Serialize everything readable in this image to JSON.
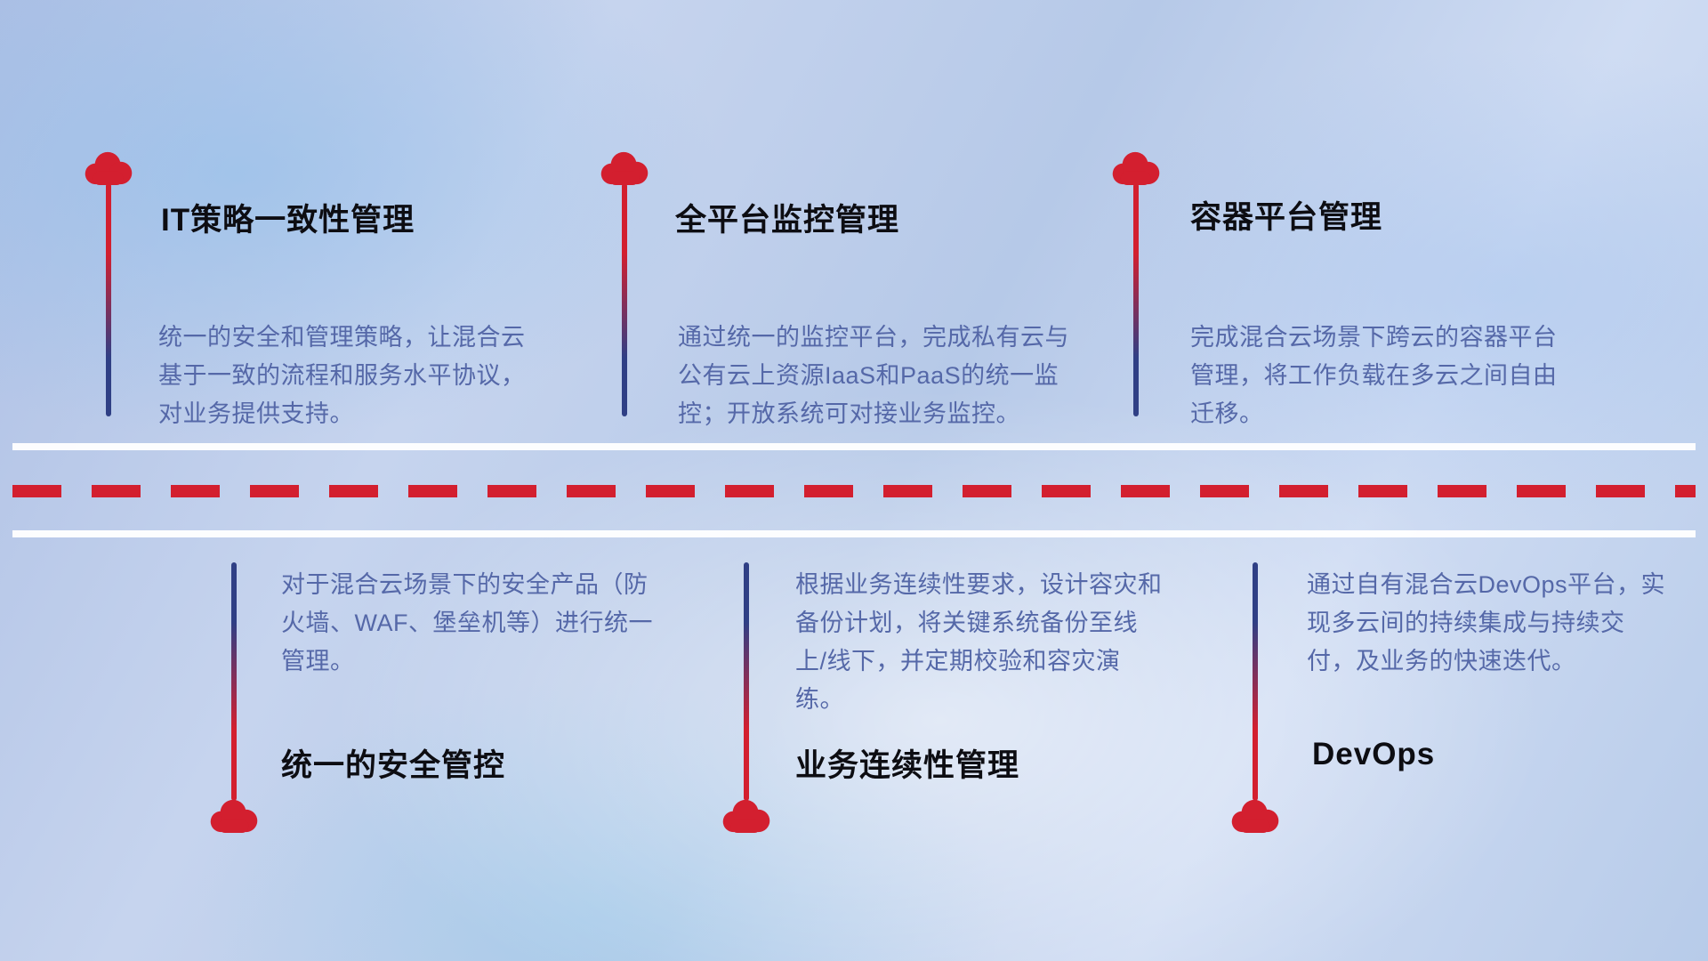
{
  "top_items": [
    {
      "title": "IT策略一致性管理",
      "desc": "统一的安全和管理策略，让混合云基于一致的流程和服务水平协议，对业务提供支持。"
    },
    {
      "title": "全平台监控管理",
      "desc": "通过统一的监控平台，完成私有云与公有云上资源IaaS和PaaS的统一监控；开放系统可对接业务监控。"
    },
    {
      "title": "容器平台管理",
      "desc": "完成混合云场景下跨云的容器平台管理，将工作负载在多云之间自由迁移。"
    }
  ],
  "bottom_items": [
    {
      "title": "统一的安全管控",
      "desc": "对于混合云场景下的安全产品（防火墙、WAF、堡垒机等）进行统一管理。"
    },
    {
      "title": "业务连续性管理",
      "desc": "根据业务连续性要求，设计容灾和备份计划，将关键系统备份至线上/线下，并定期校验和容灾演练。"
    },
    {
      "title": "DevOps",
      "desc": "通过自有混合云DevOps平台，实现多云间的持续集成与持续交付，及业务的快速迭代。"
    }
  ],
  "colors": {
    "accent_red": "#d31f2f",
    "connector_navy": "#2f3f85",
    "description_blue": "#5568a8",
    "title_color": "#0d0d12"
  }
}
